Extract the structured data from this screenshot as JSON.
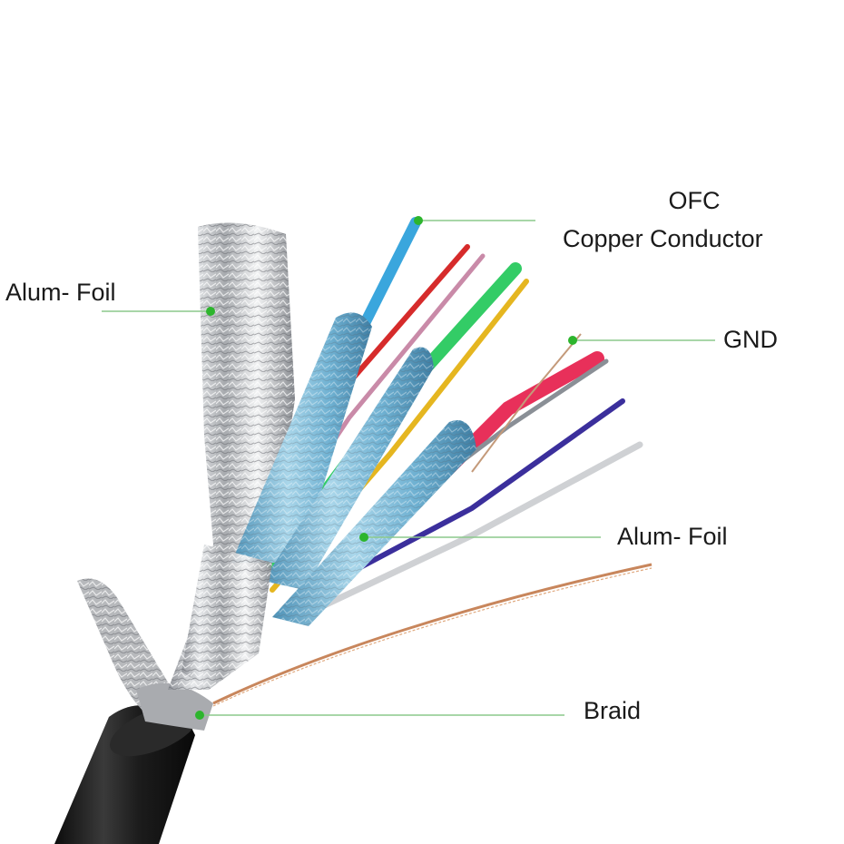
{
  "labels": {
    "ofc_line1": "OFC",
    "ofc_line2": "Copper Conductor",
    "alum_foil_left": "Alum- Foil",
    "gnd": "GND",
    "alum_foil_right": "Alum- Foil",
    "braid": "Braid"
  },
  "colors": {
    "callout_line": "#8cc98c",
    "callout_dot": "#2db52d",
    "jacket": "#1b1b1b",
    "foil": "#c9ccd0",
    "blue_foil": "#7ab8d6",
    "copper": "#c8865c"
  },
  "wire_colors": [
    "blue",
    "red",
    "pink",
    "green",
    "yellow",
    "red",
    "purple",
    "gray"
  ]
}
